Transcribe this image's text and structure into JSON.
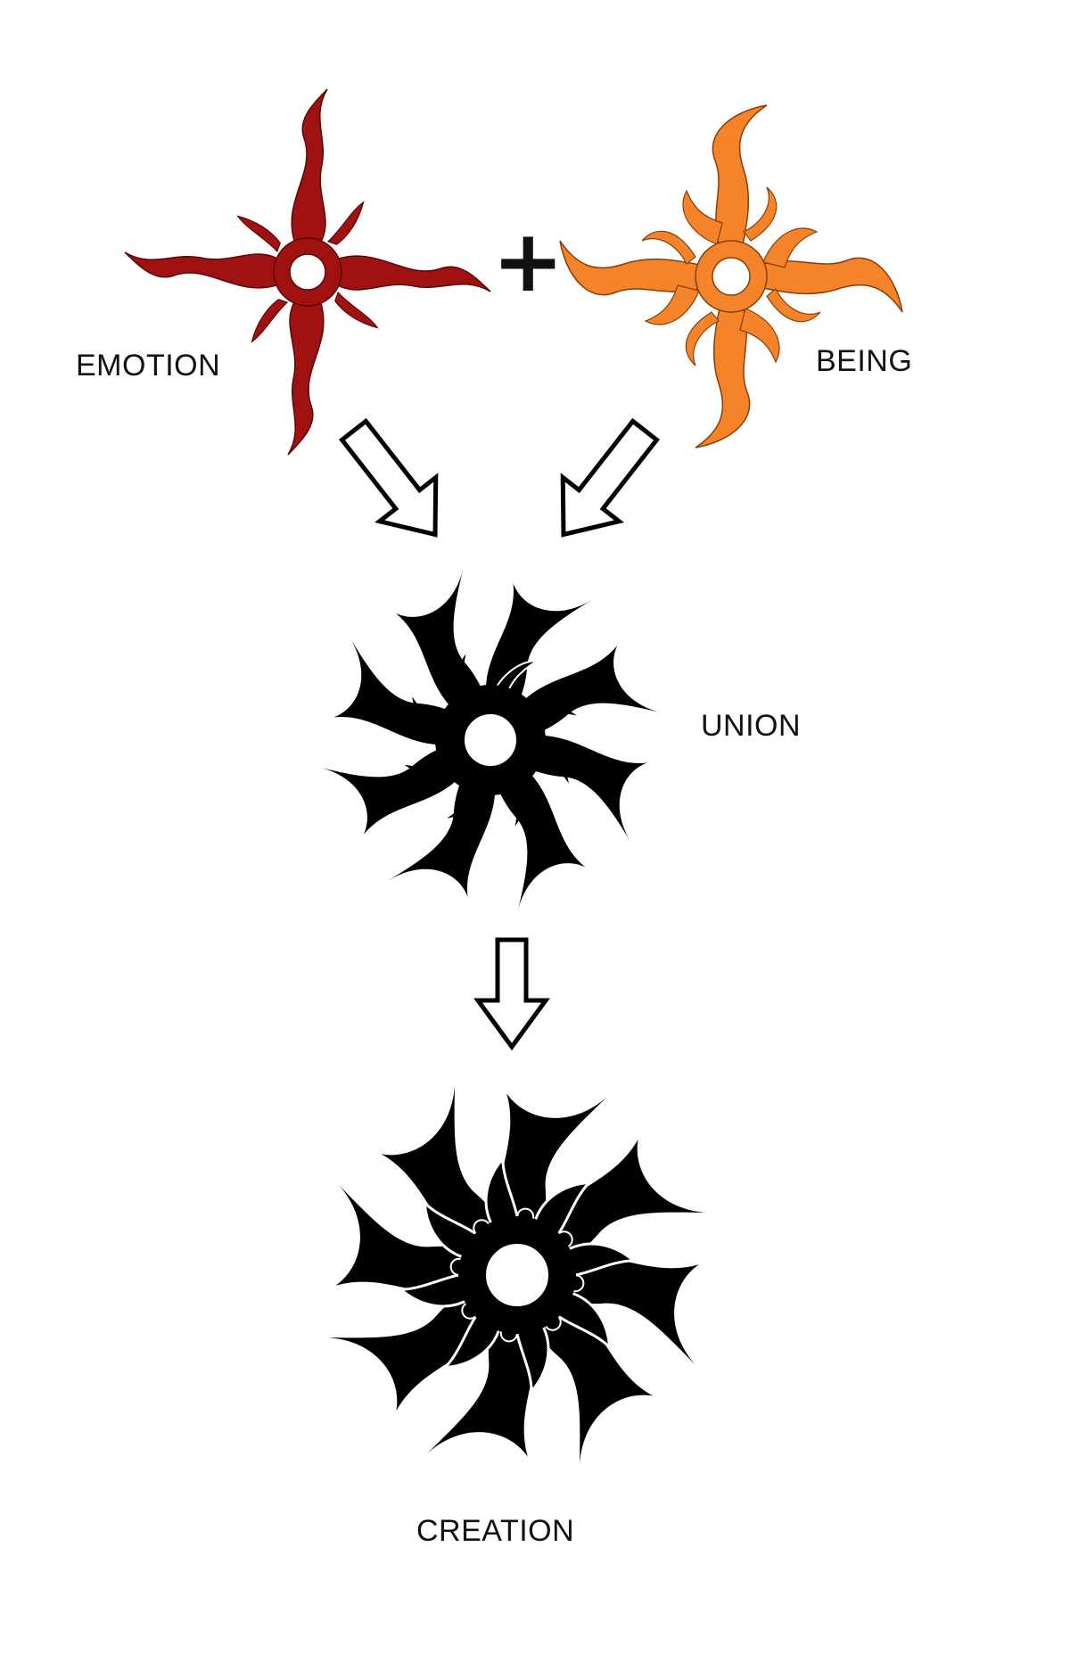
{
  "labels": {
    "emotion": "EMOTION",
    "being": "BEING",
    "union": "UNION",
    "creation": "CREATION"
  },
  "operator": "+",
  "symbols": {
    "emotion": {
      "color": "#a01212",
      "outline": "#5a0606",
      "arms": 4,
      "rotation": 0
    },
    "being": {
      "color": "#f5832a",
      "outline": "#8a3d08",
      "arms": 4,
      "rotation": 0
    },
    "union": {
      "color": "#000000",
      "arms": 8,
      "rotation": 18
    },
    "creation": {
      "color": "#000000",
      "arms": 8,
      "rotation": 8,
      "inner_arms": 8
    }
  },
  "colors": {
    "background": "#ffffff",
    "text": "#111111",
    "arrow_stroke": "#000000"
  }
}
